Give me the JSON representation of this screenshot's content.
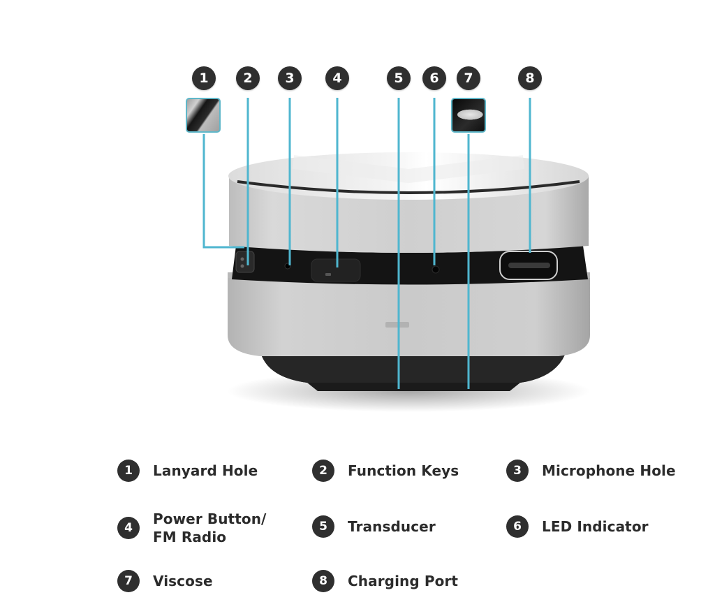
{
  "diagram": {
    "subject": "Bone conduction mini Bluetooth speaker (side view)",
    "accent_color": "#4fb6cf",
    "badge_color": "#2f2f2f",
    "callouts": [
      {
        "number": "1",
        "label": "Lanyard Hole"
      },
      {
        "number": "2",
        "label": "Function Keys"
      },
      {
        "number": "3",
        "label": "Microphone Hole"
      },
      {
        "number": "4",
        "label": "Power Button/\nFM Radio"
      },
      {
        "number": "5",
        "label": "Transducer"
      },
      {
        "number": "6",
        "label": "LED Indicator"
      },
      {
        "number": "7",
        "label": "Viscose"
      },
      {
        "number": "8",
        "label": "Charging Port"
      }
    ]
  },
  "legend": {
    "items": [
      {
        "number": "1",
        "label": "Lanyard Hole"
      },
      {
        "number": "2",
        "label": "Function Keys"
      },
      {
        "number": "3",
        "label": "Microphone Hole"
      },
      {
        "number": "4",
        "label": "Power Button/\nFM Radio"
      },
      {
        "number": "5",
        "label": "Transducer"
      },
      {
        "number": "6",
        "label": "LED Indicator"
      },
      {
        "number": "7",
        "label": "Viscose"
      },
      {
        "number": "8",
        "label": "Charging Port"
      }
    ]
  }
}
